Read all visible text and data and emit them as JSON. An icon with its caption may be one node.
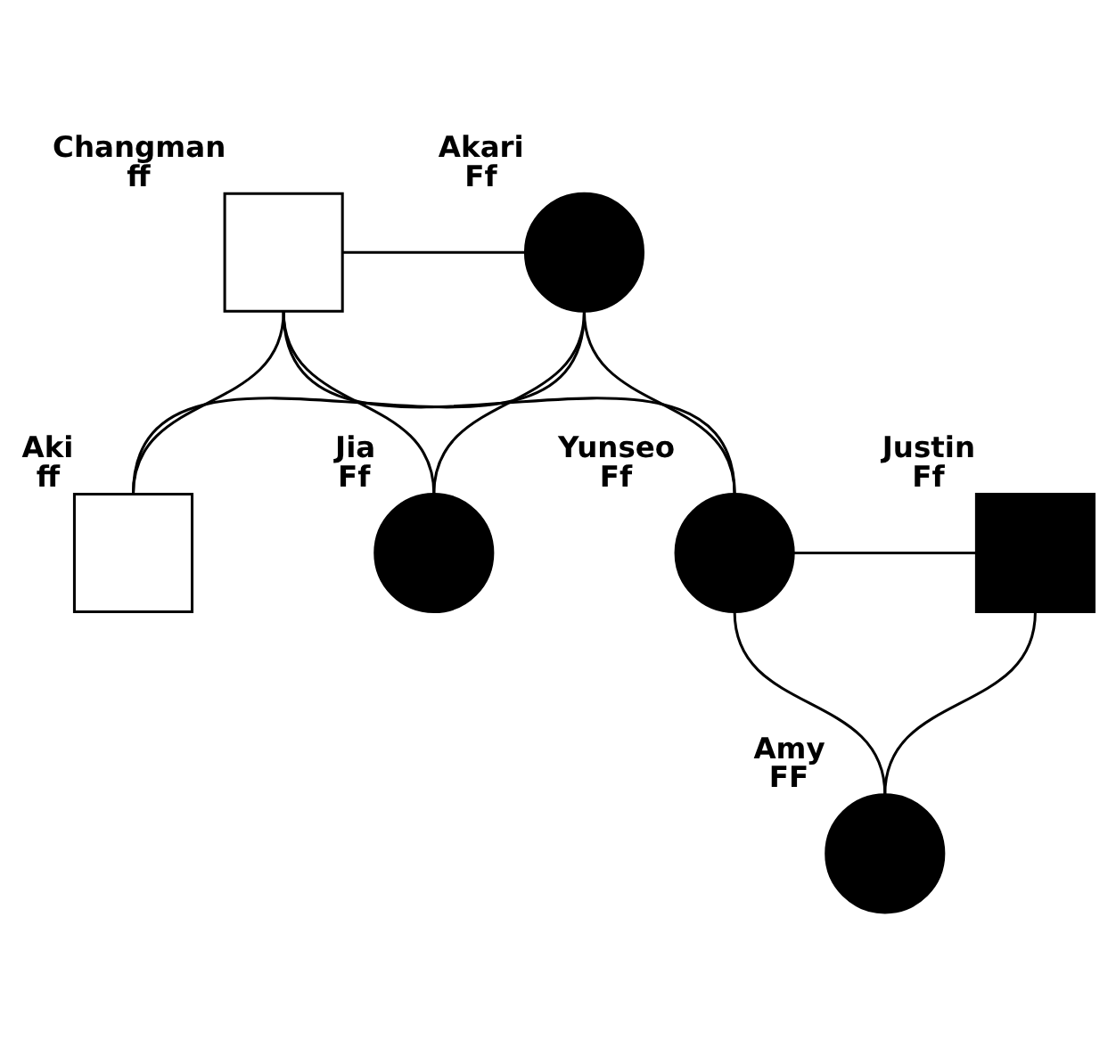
{
  "diagram": {
    "nodes": [
      {
        "text": [],
        "shape": "box",
        "beside": [
          "Changman",
          "ff"
        ]
      },
      {
        "text": [],
        "shape": "circle",
        "beside": [
          "Akari",
          "Ff"
        ]
      },
      {
        "text": [],
        "shape": "box",
        "beside": [
          "Aki",
          "ff"
        ]
      },
      {
        "text": [],
        "shape": "circle",
        "beside": [
          "Jia",
          "Ff"
        ]
      },
      {
        "text": [],
        "shape": "circle",
        "beside": [
          "Yunseo",
          "Ff"
        ]
      },
      {
        "text": [],
        "shape": "box",
        "beside": [
          "Justin",
          "Ff"
        ]
      },
      {
        "text": [],
        "shape": "circle",
        "beside": [
          "Amy",
          "FF"
        ]
      }
    ],
    "edges": [
      {
        "from": 0,
        "to": 1,
        "arrow": "none"
      },
      {
        "from": 0,
        "to": 2,
        "arrow": "none"
      },
      {
        "from": 1,
        "to": 2,
        "arrow": "none"
      },
      {
        "from": 0,
        "to": 3,
        "arrow": "none"
      },
      {
        "from": 1,
        "to": 3,
        "arrow": "none"
      },
      {
        "from": 0,
        "to": 4,
        "arrow": "none"
      },
      {
        "from": 1,
        "to": 4,
        "arrow": "none"
      },
      {
        "from": 4,
        "to": 5,
        "arrow": "none"
      },
      {
        "from": 4,
        "to": 6,
        "arrow": "none"
      },
      {
        "from": 5,
        "to": 6,
        "arrow": "none"
      }
    ]
  }
}
